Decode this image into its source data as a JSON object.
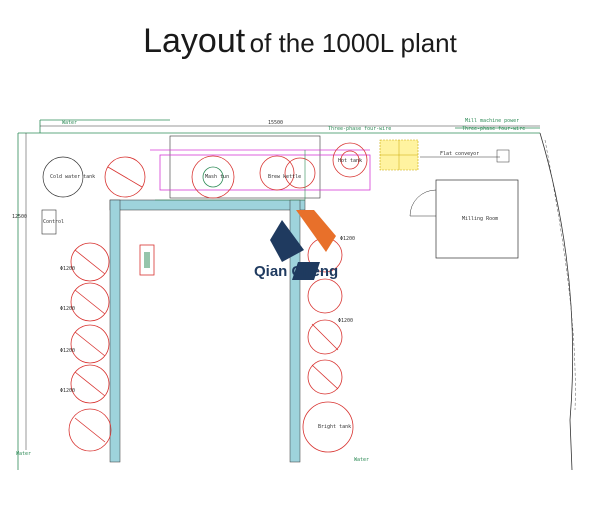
{
  "title": {
    "main": "Layout",
    "rest": "of the 1000L plant"
  },
  "logo": {
    "text": "Qian Cheng"
  },
  "labels": {
    "water_top": "Water",
    "dimension_top": "15500",
    "three_phase_left": "Three-phase four-wire",
    "mill_power": "Mill machine power",
    "three_phase_right": "Three-phase four-wire",
    "flat_conveyor": "Flat conveyor",
    "milling_room": "Milling Room",
    "cold_water_tank": "Cold water tank",
    "control": "Control",
    "water_left": "Water",
    "water_bottom": "Water",
    "dimension_left": "12500",
    "mash_tun": "Mash tun",
    "brew_kettle": "Brew kettle",
    "hot_tank": "Hot tank",
    "ferm_tank": "Φ1200",
    "bright_tank": "Bright tank"
  },
  "colors": {
    "wall": "#9ed3dc",
    "line": "#333333",
    "green": "#2e8b57",
    "red": "#d8322f",
    "magenta": "#d63ad6",
    "blue": "#1f3a5f",
    "orange": "#e8702a"
  }
}
